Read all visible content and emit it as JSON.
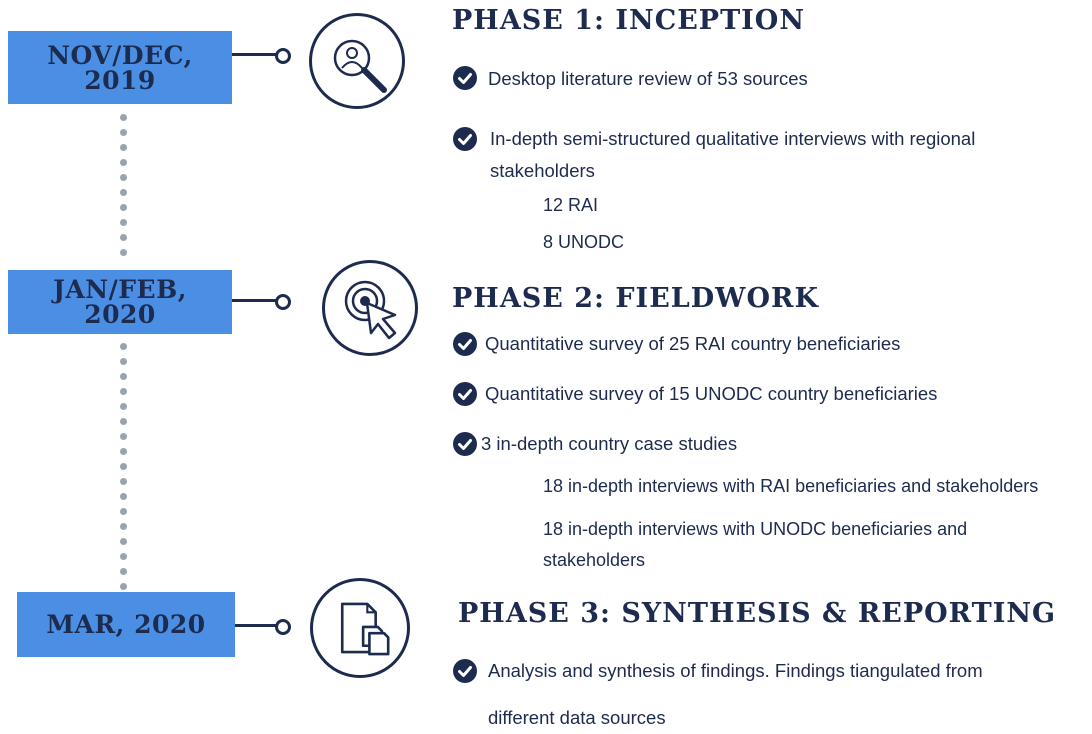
{
  "phases": [
    {
      "date": "NOV/DEC,\n2019",
      "title": "PHASE 1: INCEPTION",
      "icon": "user-search-icon",
      "items": [
        "Desktop literature review of 53 sources",
        "In-depth semi-structured qualitative interviews with regional",
        "stakeholders"
      ],
      "subitems": [
        "12 RAI",
        "8 UNODC"
      ]
    },
    {
      "date": "JAN/FEB,\n2020",
      "title": "PHASE 2: FIELDWORK",
      "icon": "cursor-click-icon",
      "items": [
        "Quantitative survey of 25 RAI country beneficiaries",
        "Quantitative survey of 15 UNODC country beneficiaries",
        "3 in-depth country case studies"
      ],
      "subitems": [
        "18 in-depth interviews with RAI beneficiaries and stakeholders",
        "18 in-depth interviews with UNODC beneficiaries and",
        "stakeholders"
      ]
    },
    {
      "date": "MAR, 2020",
      "title": "PHASE 3: SYNTHESIS & REPORTING",
      "icon": "documents-icon",
      "items": [
        "Analysis and synthesis of findings. Findings tiangulated from",
        "different data sources"
      ]
    }
  ],
  "colors": {
    "accent": "#4a8fe4",
    "navy": "#1d2b4f",
    "dots": "#9aa3ad"
  }
}
